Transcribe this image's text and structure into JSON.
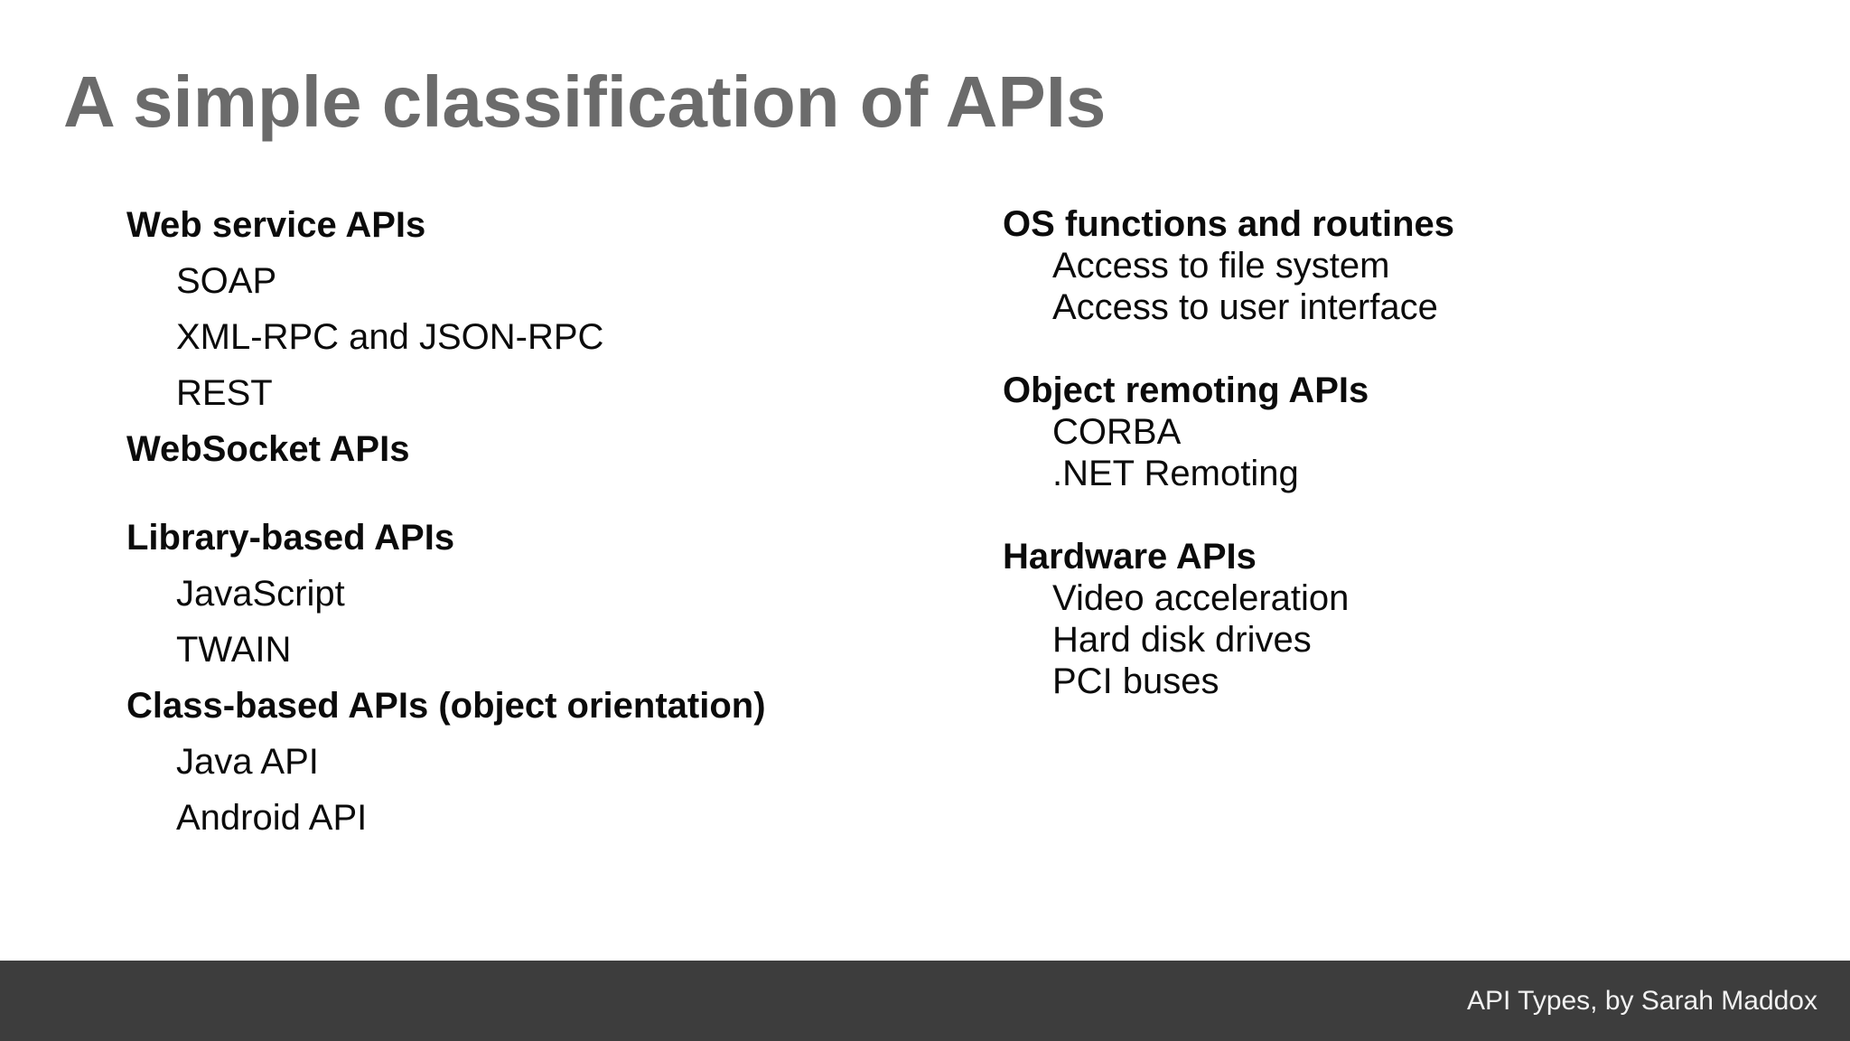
{
  "slide": {
    "title": "A simple classification of APIs",
    "columns": [
      {
        "groups": [
          {
            "heading": "Web service APIs",
            "items": [
              "SOAP",
              "XML-RPC and JSON-RPC",
              "REST"
            ]
          },
          {
            "heading": "WebSocket APIs",
            "items": []
          },
          {
            "heading": "Library-based APIs",
            "items": [
              "JavaScript",
              "TWAIN"
            ]
          },
          {
            "heading": "Class-based APIs (object orientation)",
            "items": [
              "Java API",
              "Android API"
            ]
          }
        ]
      },
      {
        "groups": [
          {
            "heading": "OS functions and routines",
            "items": [
              "Access to file system",
              "Access to user interface"
            ]
          },
          {
            "heading": "Object remoting APIs",
            "items": [
              "CORBA",
              ".NET Remoting"
            ]
          },
          {
            "heading": "Hardware APIs",
            "items": [
              "Video acceleration",
              "Hard disk drives",
              "PCI buses"
            ]
          }
        ]
      }
    ],
    "footer": {
      "credit": "API Types, by Sarah Maddox"
    },
    "colors": {
      "title_text": "#6b6b6b",
      "body_text": "#0b0b0b",
      "footer_background": "#3d3d3d",
      "footer_text": "#f2f2f2",
      "slide_background": "#ffffff"
    }
  }
}
